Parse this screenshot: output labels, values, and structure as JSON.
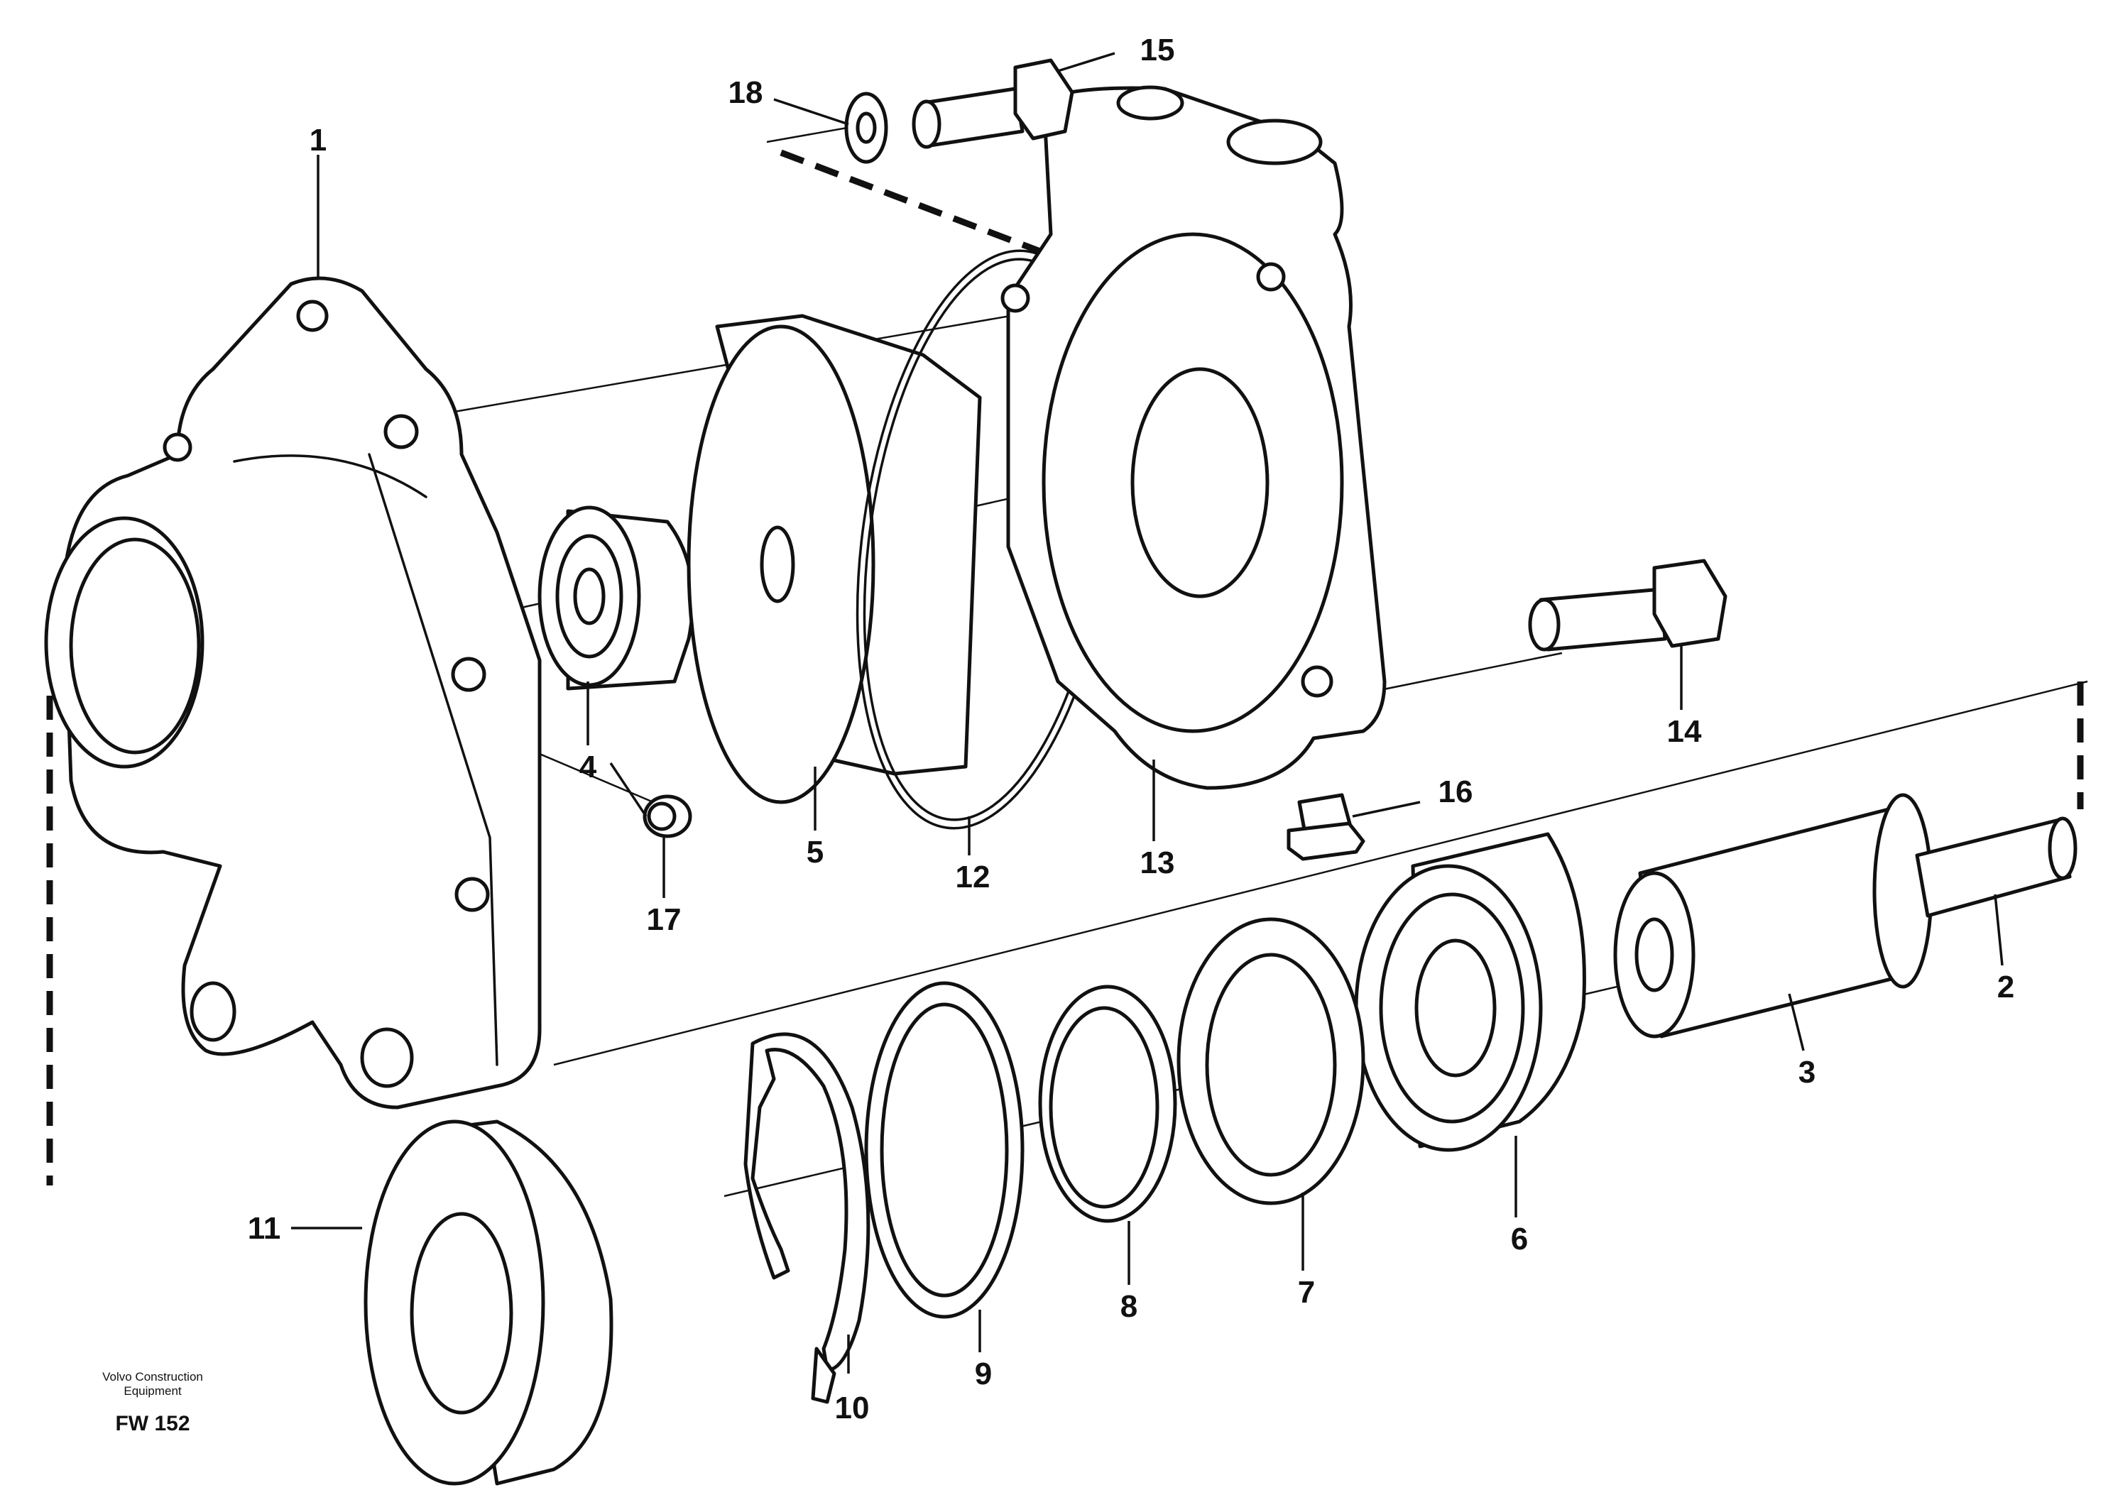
{
  "diagram": {
    "callouts": [
      {
        "id": "1",
        "label": "1"
      },
      {
        "id": "2",
        "label": "2"
      },
      {
        "id": "3",
        "label": "3"
      },
      {
        "id": "4a",
        "label": "4"
      },
      {
        "id": "4b",
        "label": "4"
      },
      {
        "id": "5",
        "label": "5"
      },
      {
        "id": "6",
        "label": "6"
      },
      {
        "id": "7",
        "label": "7"
      },
      {
        "id": "8",
        "label": "8"
      },
      {
        "id": "9",
        "label": "9"
      },
      {
        "id": "10",
        "label": "10"
      },
      {
        "id": "11",
        "label": "11"
      },
      {
        "id": "12",
        "label": "12"
      },
      {
        "id": "13",
        "label": "13"
      },
      {
        "id": "14",
        "label": "14"
      },
      {
        "id": "15",
        "label": "15"
      },
      {
        "id": "16",
        "label": "16"
      },
      {
        "id": "17",
        "label": "17"
      },
      {
        "id": "18",
        "label": "18"
      }
    ],
    "credit_line1": "Volvo Construction",
    "credit_line2": "Equipment",
    "figure_code": "FW 152"
  }
}
